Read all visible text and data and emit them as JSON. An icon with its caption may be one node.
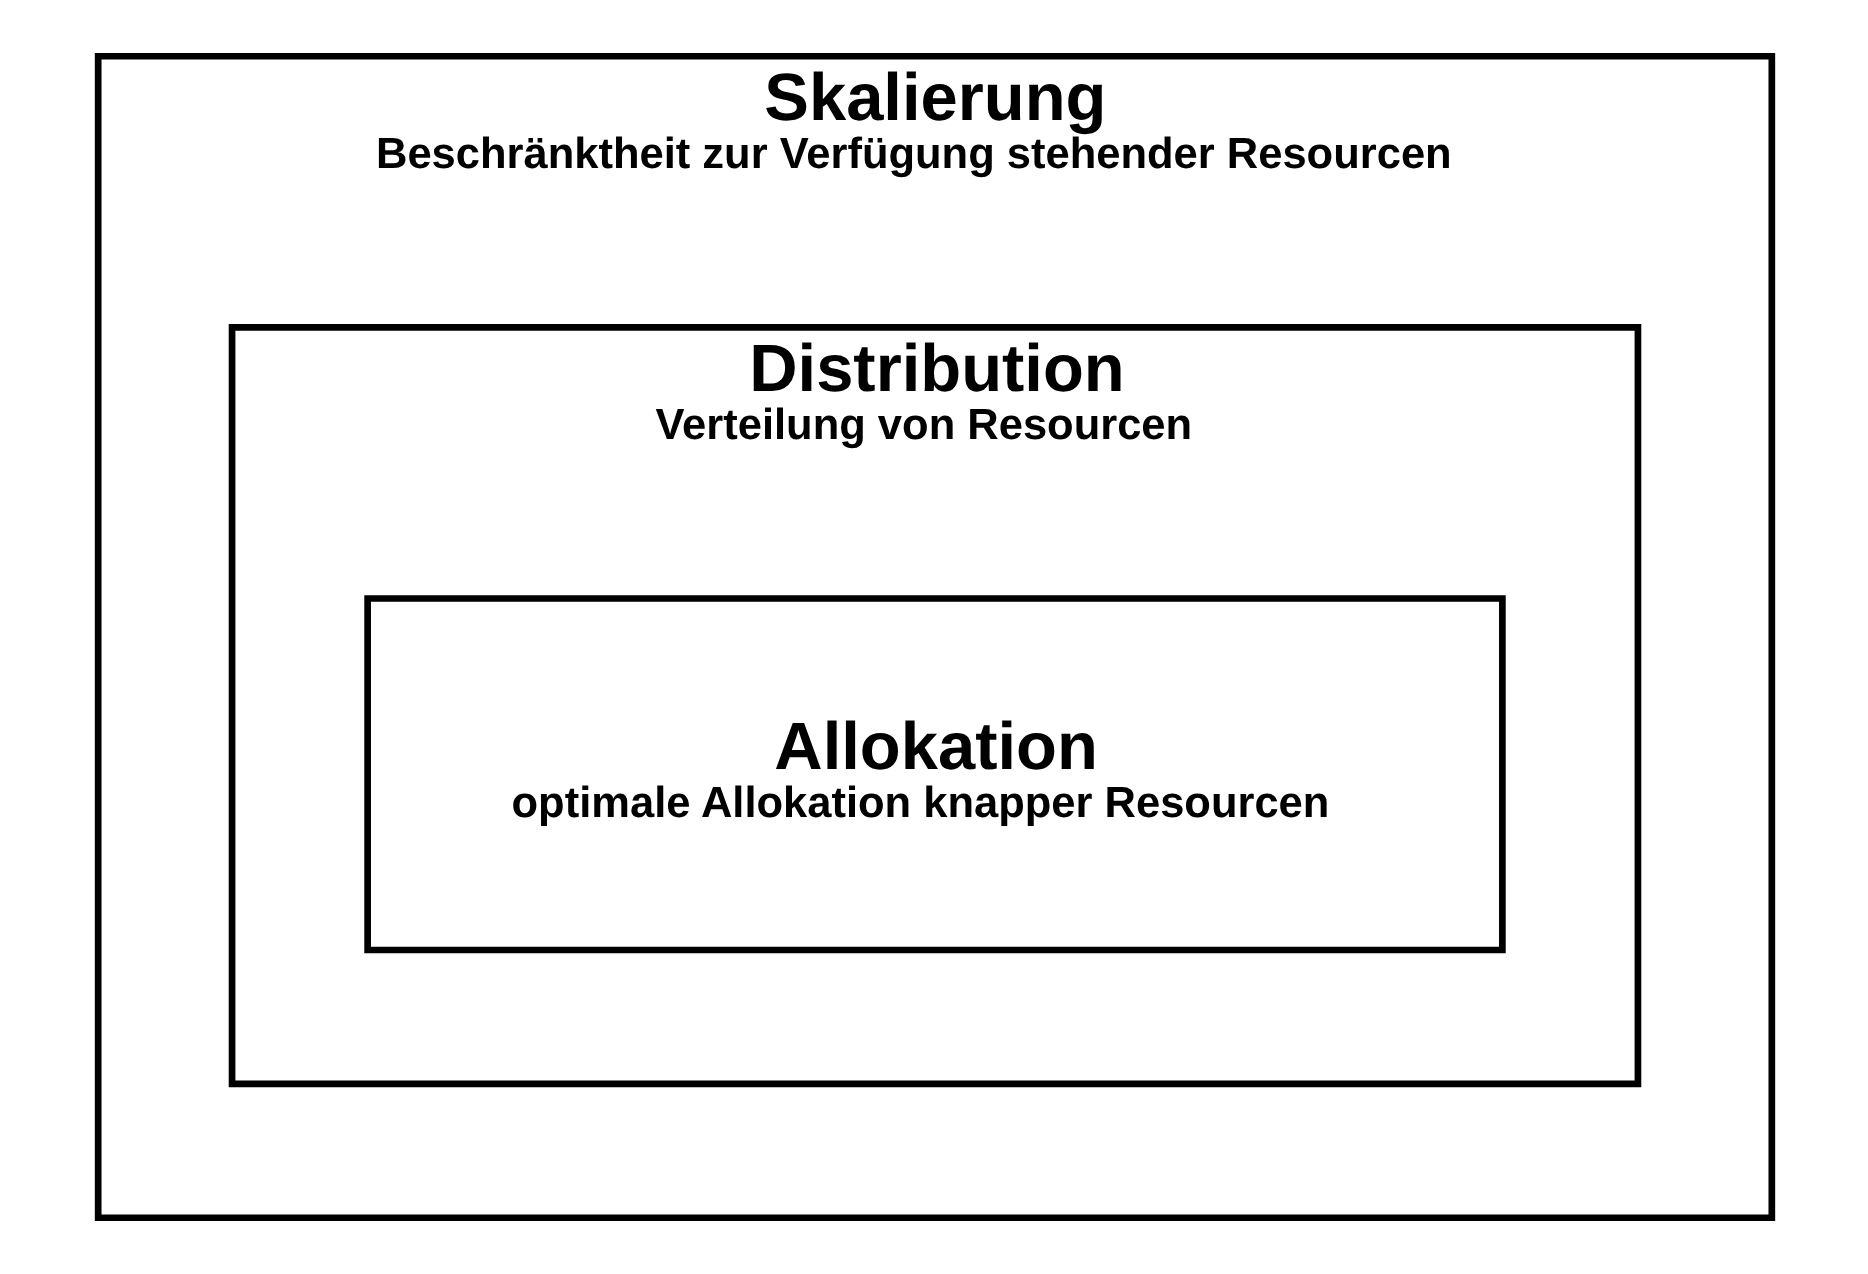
{
  "diagram": {
    "nodes": [
      {
        "text": [
          "Skalierung",
          "Beschränktheit zur Verfügung stehender Resourcen"
        ]
      },
      {
        "text": [
          "Distribution",
          "Verteilung von Resourcen"
        ],
        "in": 0
      },
      {
        "text": [
          "Allokation",
          "optimale Allokation knapper Resourcen"
        ],
        "in": 1
      }
    ]
  }
}
